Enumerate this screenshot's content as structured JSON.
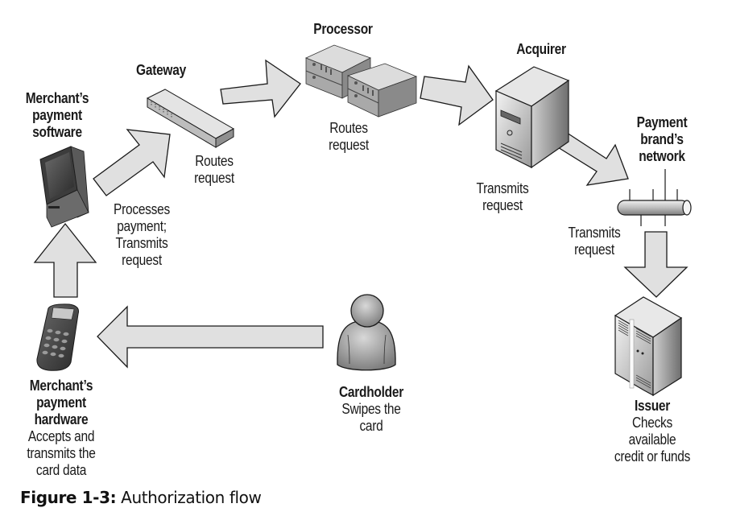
{
  "diagram": {
    "title": "Authorization flow",
    "nodes": [
      {
        "id": "merchant_software",
        "title": "Merchant’s payment software",
        "title_lines": [
          "Merchant’s",
          "payment",
          "software"
        ],
        "icon": "pos-terminal-icon"
      },
      {
        "id": "gateway",
        "title": "Gateway",
        "icon": "network-switch-icon"
      },
      {
        "id": "processor",
        "title": "Processor",
        "icon": "rack-servers-icon"
      },
      {
        "id": "acquirer",
        "title": "Acquirer",
        "icon": "tower-server-icon"
      },
      {
        "id": "brand_network",
        "title": "Payment brand’s network",
        "title_lines": [
          "Payment",
          "brand’s",
          "network"
        ],
        "icon": "network-bus-icon"
      },
      {
        "id": "issuer",
        "title": "Issuer",
        "description_lines": [
          "Checks",
          "available",
          "credit or funds"
        ],
        "icon": "mainframe-server-icon"
      },
      {
        "id": "cardholder",
        "title": "Cardholder",
        "description_lines": [
          "Swipes the",
          "card"
        ],
        "icon": "person-icon"
      },
      {
        "id": "merchant_hardware",
        "title": "Merchant’s payment hardware",
        "title_lines": [
          "Merchant’s",
          "payment",
          "hardware"
        ],
        "description_lines": [
          "Accepts and",
          "transmits the",
          "card data"
        ],
        "icon": "pin-pad-icon"
      }
    ],
    "edges": [
      {
        "from": "cardholder",
        "to": "merchant_hardware",
        "label": ""
      },
      {
        "from": "merchant_hardware",
        "to": "merchant_software",
        "label": ""
      },
      {
        "from": "merchant_software",
        "to": "gateway",
        "label_lines": [
          "Processes",
          "payment;",
          "Transmits",
          "request"
        ]
      },
      {
        "from": "gateway",
        "to": "processor",
        "label_lines": [
          "Routes",
          "request"
        ]
      },
      {
        "from": "processor",
        "to": "acquirer",
        "label_lines": [
          "Routes",
          "request"
        ]
      },
      {
        "from": "acquirer",
        "to": "brand_network",
        "label_lines": [
          "Transmits",
          "request"
        ]
      },
      {
        "from": "brand_network",
        "to": "issuer",
        "label_lines": [
          "Transmits",
          "request"
        ]
      }
    ]
  },
  "caption": {
    "prefix": "Figure 1-3:",
    "text": " Authorization flow"
  },
  "colors": {
    "arrow_fill": "#e0e0e0",
    "arrow_stroke": "#1a1a1a",
    "device_dark": "#4a4a4a",
    "device_light": "#d8d8d8"
  }
}
